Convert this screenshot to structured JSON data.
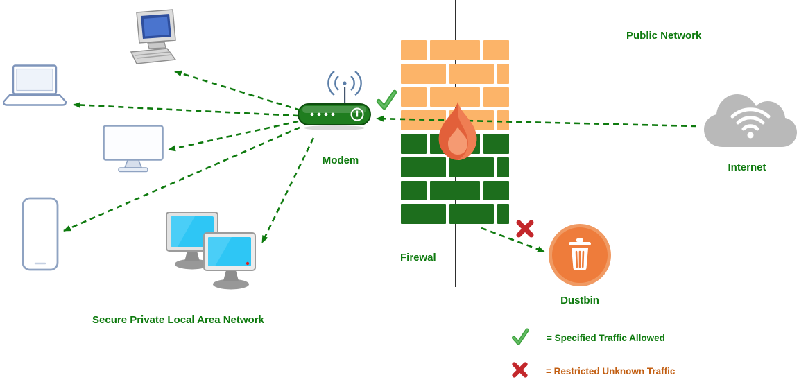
{
  "labels": {
    "public_network": "Public Network",
    "modem": "Modem",
    "internet": "Internet",
    "firewall": "Firewal",
    "dustbin": "Dustbin",
    "lan": "Secure Private Local Area Network"
  },
  "legend": {
    "allowed": {
      "icon": "green-check-icon",
      "text": "= Specified Traffic Allowed"
    },
    "restricted": {
      "icon": "red-cross-icon",
      "text": "= Restricted Unknown Traffic"
    }
  },
  "icons": {
    "green_check": "✔",
    "red_cross": "✖",
    "wifi_waves": "((·))",
    "trash_can": "trash",
    "flame": "flame",
    "internet_cloud": "cloud"
  },
  "colors": {
    "green_text": "#0e7a0e",
    "arrow_green": "#0e7a0e",
    "brick_orange": "#fcb469",
    "brick_green": "#1d6e1d",
    "modem_green": "#1f7d1f",
    "flame_orange": "#e2603a",
    "flame_light": "#f08a60",
    "dustbin_orange": "#ee7c3b",
    "check_green": "#3da23d",
    "cross_red": "#c3272b",
    "cloud_gray": "#b9b9b9",
    "restricted_text": "#c25e11",
    "device_stroke": "#8fa3c2",
    "screen_cyan": "#2ec6f5"
  }
}
